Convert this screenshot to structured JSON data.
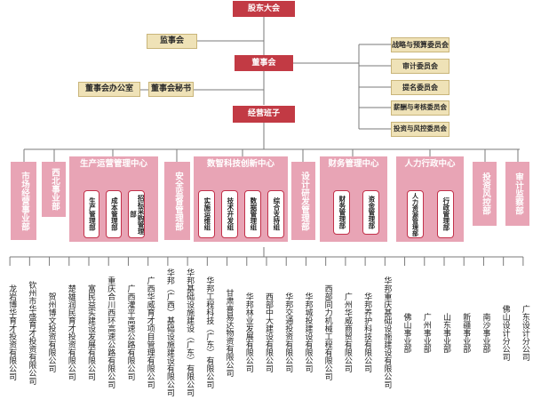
{
  "top": {
    "shareholders": "股东大会",
    "supervisors": "监事会",
    "board": "董事会",
    "board_office": "董事会办公室",
    "board_secretary": "董事会秘书",
    "management": "经营班子"
  },
  "committees": [
    "战略与预算委员会",
    "审计委员会",
    "提名委员会",
    "薪酬与考核委员会",
    "投资与风控委员会"
  ],
  "departments": {
    "market": "市场经营事业部",
    "northwest": "西北事业部",
    "production": {
      "name": "生产运营管理中心",
      "subs": [
        "生产管理部",
        "成本管理部",
        "招标采购管理部"
      ]
    },
    "safety": "安全监督管理部",
    "digital": {
      "name": "数智科技创新中心",
      "subs": [
        "实施运维组",
        "技术开发组",
        "数据管理组",
        "综合支持组"
      ]
    },
    "design": "设计研发管理部",
    "finance": {
      "name": "财务管理中心",
      "subs": [
        "财务管理部",
        "资金管理部"
      ]
    },
    "hr": {
      "name": "人力行政中心",
      "subs": [
        "人力资源管理部",
        "行政管理部"
      ]
    },
    "risk": "投资风控部",
    "audit": "审计监察部"
  },
  "companies": [
    "龙岩博华育才投资有限公司",
    "钦州市华盛育才投资有限公司",
    "贺州博文投资有限公司",
    "楚雄润民育才投资有限公司",
    "富民益实建设发展有限公司",
    "重庆合川西环高速公路有限公司",
    "广西灌平高速公路有限公司",
    "广西华威育才项目管理有限公司",
    "华邦（广西）基础设施建设有限公司",
    "华邦基础设施建设（广东）有限公司",
    "华邦工程科技（广东）有限公司",
    "甘肃喜易达物资有限公司",
    "华邦林业发展有限公司",
    "西部中大建设有限公司",
    "华邦交通投资有限公司",
    "华邦城投建设有限公司",
    "西部同力机械工程有限公司",
    "广州华威商贸有限公司",
    "华邦养护科技有限公司",
    "华邦重庆基础设施建设有限公司",
    "佛山事业部",
    "广州事业部",
    "山东事业部",
    "新疆事业部",
    "南沙事业部",
    "佛山设计分公司",
    "广东设计分公司"
  ]
}
